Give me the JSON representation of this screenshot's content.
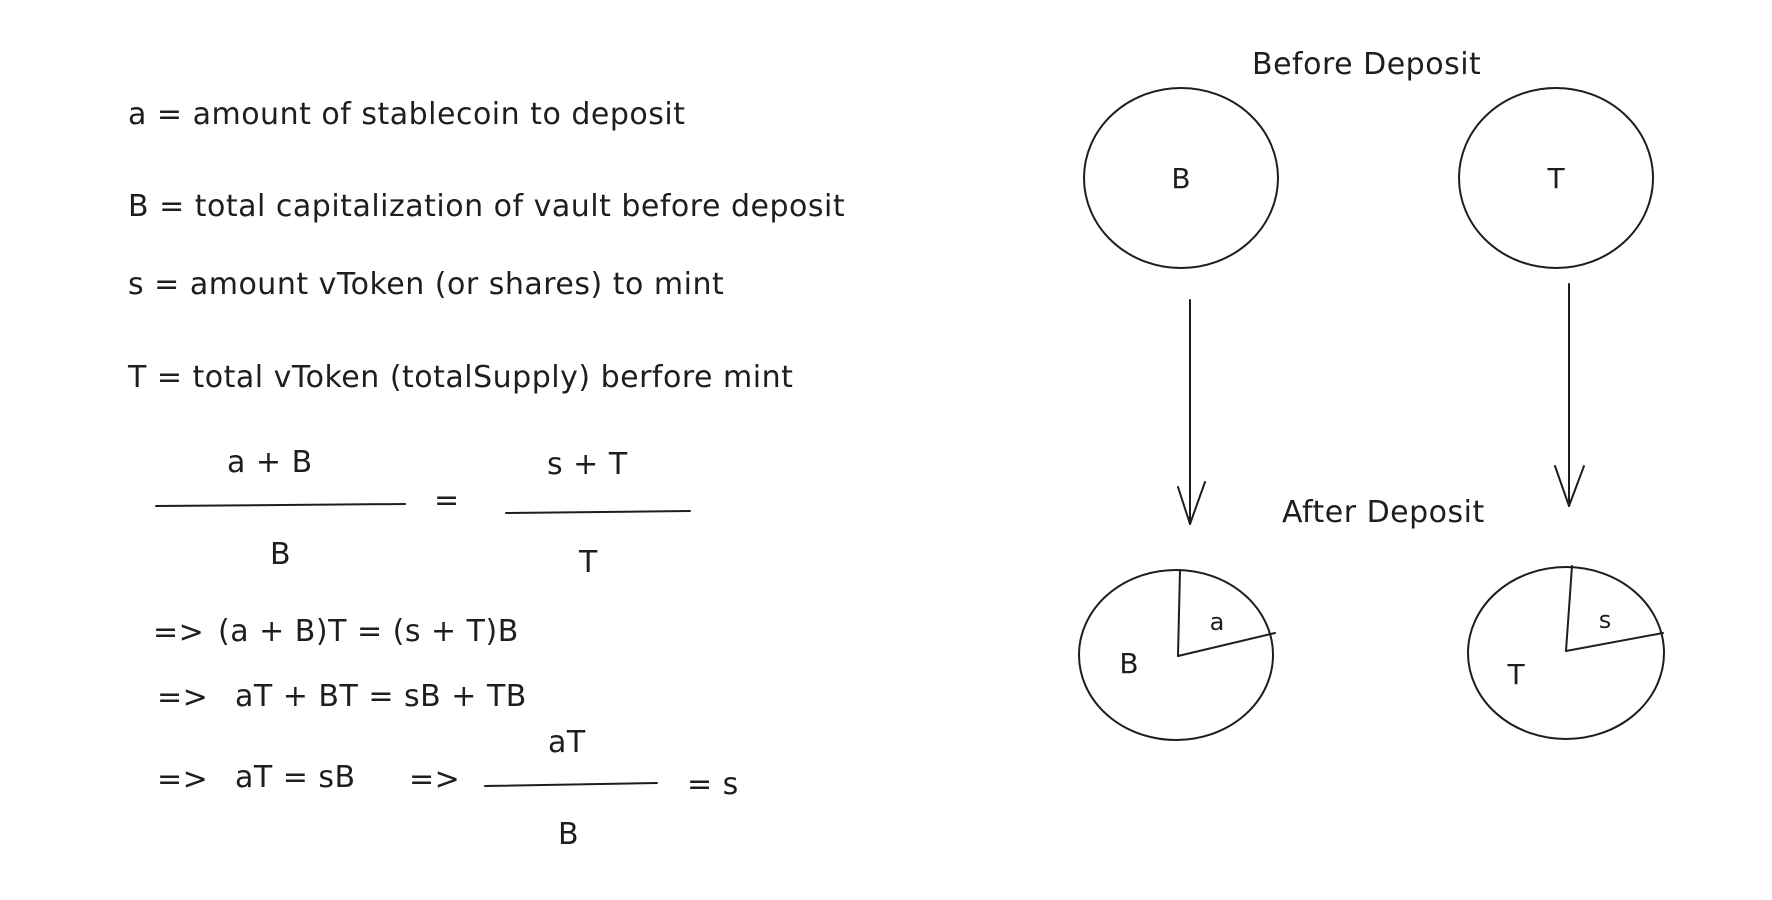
{
  "definitions": {
    "a": "a = amount of stablecoin to deposit",
    "B": "B = total capitalization of vault before deposit",
    "s": "s = amount vToken (or shares) to mint",
    "T": "T = total vToken (totalSupply) berfore mint"
  },
  "ratio": {
    "left_numerator": "a + B",
    "left_denominator": "B",
    "equals": "=",
    "right_numerator": "s + T",
    "right_denominator": "T"
  },
  "steps": {
    "step1_arrow": "=>",
    "step1": "(a + B)T = (s + T)B",
    "step2_arrow": "=>",
    "step2": "aT + BT = sB + TB",
    "step3_arrow": "=>",
    "step3": "aT = sB",
    "step3_arrow2": "=>",
    "final_numerator": "aT",
    "final_denominator": "B",
    "final_result": "= s"
  },
  "diagram": {
    "before_label": "Before Deposit",
    "after_label": "After Deposit",
    "before_vault": "B",
    "before_supply": "T",
    "after_vault_main": "B",
    "after_vault_slice": "a",
    "after_supply_main": "T",
    "after_supply_slice": "s"
  }
}
